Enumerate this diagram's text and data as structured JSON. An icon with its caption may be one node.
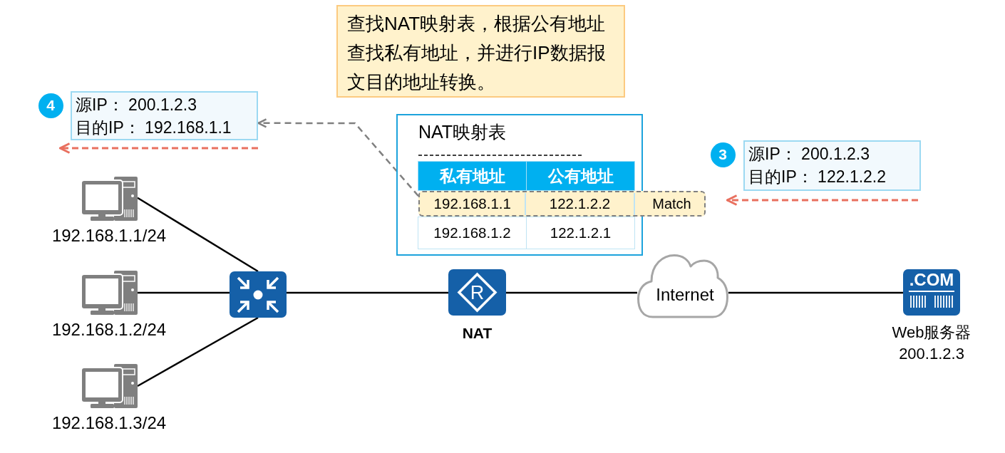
{
  "diagram": {
    "nodes": [
      {
        "text": [
          "查找NAT映射表，根据公有地址查找私有地址，并进行IP数据报文目的地址转换。"
        ]
      },
      {
        "text": [
          "源IP： 200.1.2.3",
          "目的IP： 192.168.1.1"
        ]
      },
      {
        "text": [
          "NAT映射表"
        ]
      },
      {
        "text": [
          "私有地址"
        ],
        "in": 2
      },
      {
        "text": [
          "公有地址"
        ],
        "in": 2
      },
      {
        "text": [
          "Match"
        ]
      },
      {
        "text": [
          "192.168.1.1"
        ]
      },
      {
        "text": [
          "122.1.2.2"
        ]
      },
      {
        "text": [
          "192.168.1.2"
        ],
        "in": 2
      },
      {
        "text": [
          "122.1.2.1"
        ],
        "in": 2
      },
      {
        "text": [
          "源IP： 200.1.2.3",
          "目的IP： 122.1.2.2"
        ]
      },
      {
        "text": [],
        "shape": "picture",
        "beside": [
          "192.168.1.1/24"
        ]
      },
      {
        "text": [],
        "shape": "picture",
        "beside": [
          "192.168.1.2/24"
        ]
      },
      {
        "text": [],
        "shape": "picture"
      },
      {
        "text": [
          "R"
        ],
        "beside": [
          "NAT"
        ]
      },
      {
        "text": [
          "Internet"
        ]
      },
      {
        "text": [
          ".COM"
        ],
        "beside": [
          "Web服务器",
          "200.1.2.3"
        ]
      },
      {
        "text": [],
        "shape": "picture",
        "beside": [
          "192.168.1.3/24"
        ]
      }
    ],
    "edges": [
      {
        "from": 5,
        "to": 1,
        "arrow": "to",
        "style": "dashed",
        "color": "#808080"
      },
      {
        "from": 11,
        "to": 13,
        "arrow": "none"
      },
      {
        "from": 12,
        "to": 13,
        "arrow": "none"
      },
      {
        "from": 17,
        "to": 13,
        "arrow": "none"
      },
      {
        "from": 13,
        "to": 14,
        "arrow": "none"
      },
      {
        "from": 14,
        "to": 15,
        "arrow": "none"
      },
      {
        "from": 15,
        "to": 16,
        "arrow": "none"
      }
    ],
    "labels": [
      "4",
      "3"
    ]
  }
}
